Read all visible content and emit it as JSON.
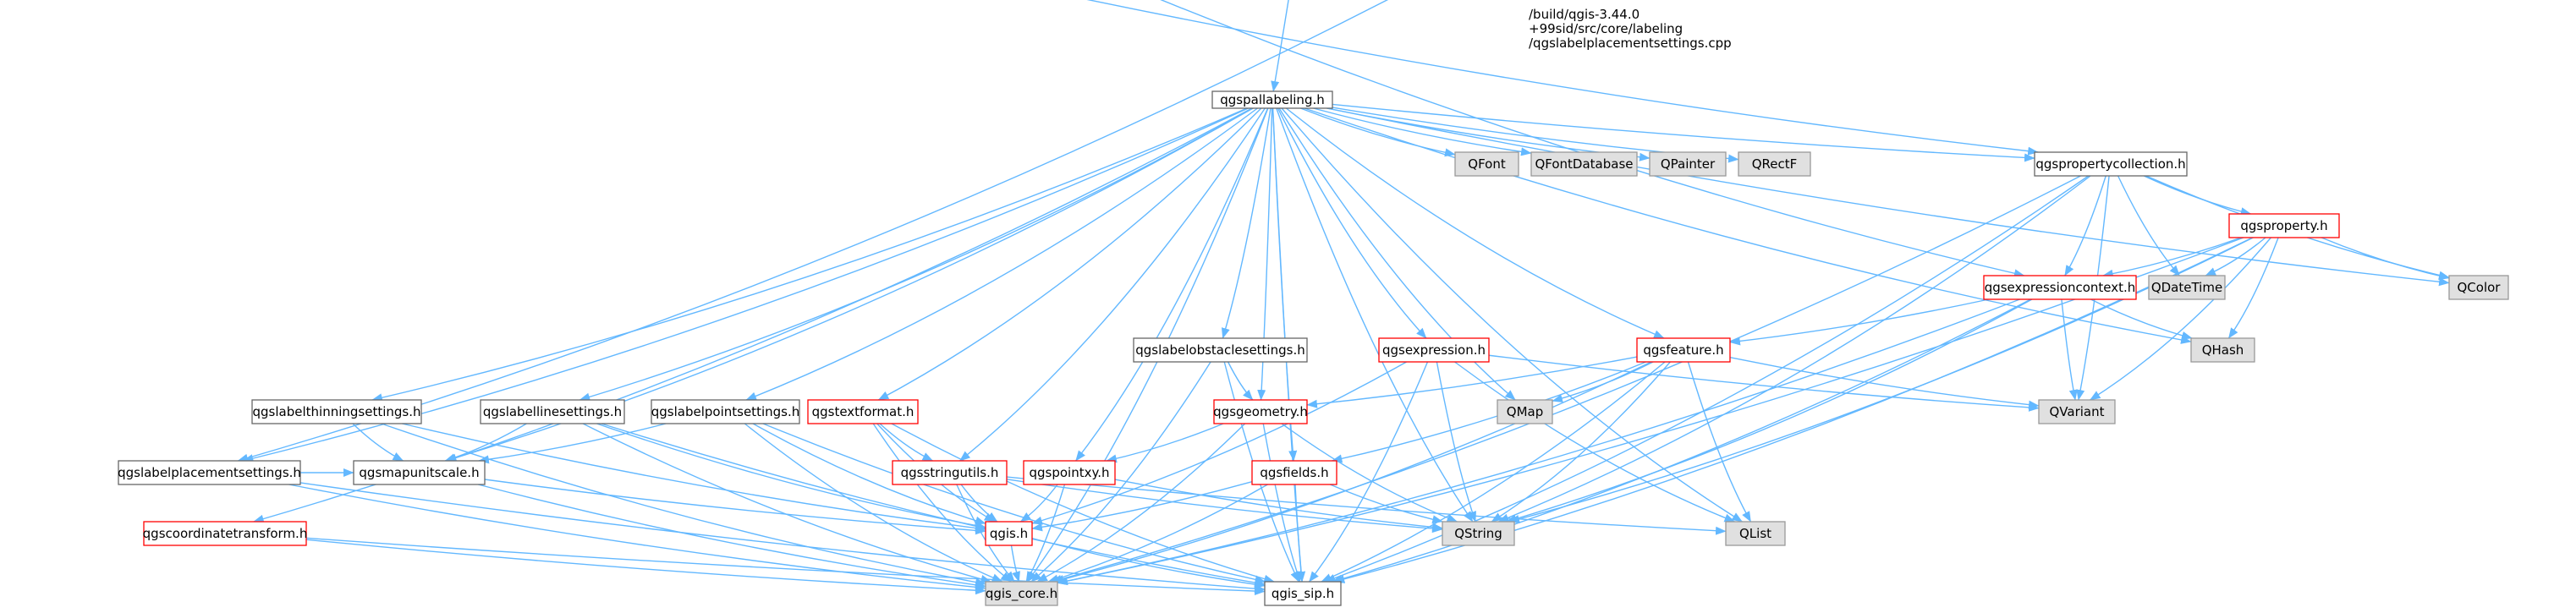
{
  "diagram": {
    "type": "include-dependency-graph",
    "colors": {
      "background": "#ffffff",
      "edge": "#63b8ff",
      "source_fill": "#999999",
      "source_border": "#666666",
      "header_fill": "#ffffff",
      "header_border": "#666666",
      "external_fill": "#e0e0e0",
      "external_border": "#999999",
      "truncated_border": "#ff0000"
    },
    "nodes": [
      {
        "id": "src",
        "lines": [
          "/build/qgis-3.44.0",
          "+99sid/src/core/labeling",
          "/qgslabelplacementsettings.cpp"
        ],
        "kind": "source"
      },
      {
        "id": "pallabeling",
        "lines": [
          "qgspallabeling.h"
        ],
        "kind": "header"
      },
      {
        "id": "qfont",
        "lines": [
          "QFont"
        ],
        "kind": "external"
      },
      {
        "id": "qfontdb",
        "lines": [
          "QFontDatabase"
        ],
        "kind": "external"
      },
      {
        "id": "qpainter",
        "lines": [
          "QPainter"
        ],
        "kind": "external"
      },
      {
        "id": "qrectf",
        "lines": [
          "QRectF"
        ],
        "kind": "external"
      },
      {
        "id": "propcoll",
        "lines": [
          "qgspropertycollection.h"
        ],
        "kind": "header"
      },
      {
        "id": "property",
        "lines": [
          "qgsproperty.h"
        ],
        "kind": "truncated"
      },
      {
        "id": "qdatetime",
        "lines": [
          "QDateTime"
        ],
        "kind": "external"
      },
      {
        "id": "qcolor",
        "lines": [
          "QColor"
        ],
        "kind": "external"
      },
      {
        "id": "exprctx",
        "lines": [
          "qgsexpressioncontext.h"
        ],
        "kind": "truncated"
      },
      {
        "id": "qhash",
        "lines": [
          "QHash"
        ],
        "kind": "external"
      },
      {
        "id": "feature",
        "lines": [
          "qgsfeature.h"
        ],
        "kind": "truncated"
      },
      {
        "id": "expression",
        "lines": [
          "qgsexpression.h"
        ],
        "kind": "truncated"
      },
      {
        "id": "obstacle",
        "lines": [
          "qgslabelobstaclesettings.h"
        ],
        "kind": "header"
      },
      {
        "id": "qvariant",
        "lines": [
          "QVariant"
        ],
        "kind": "external"
      },
      {
        "id": "qmap",
        "lines": [
          "QMap"
        ],
        "kind": "external"
      },
      {
        "id": "geometry",
        "lines": [
          "qgsgeometry.h"
        ],
        "kind": "truncated"
      },
      {
        "id": "thinning",
        "lines": [
          "qgslabelthinningsettings.h"
        ],
        "kind": "header"
      },
      {
        "id": "line",
        "lines": [
          "qgslabellinesettings.h"
        ],
        "kind": "header"
      },
      {
        "id": "point",
        "lines": [
          "qgslabelpointsettings.h"
        ],
        "kind": "header"
      },
      {
        "id": "textformat",
        "lines": [
          "qgstextformat.h"
        ],
        "kind": "truncated"
      },
      {
        "id": "placement",
        "lines": [
          "qgslabelplacementsettings.h"
        ],
        "kind": "header"
      },
      {
        "id": "mapunit",
        "lines": [
          "qgsmapunitscale.h"
        ],
        "kind": "header"
      },
      {
        "id": "stringutils",
        "lines": [
          "qgsstringutils.h"
        ],
        "kind": "truncated"
      },
      {
        "id": "pointxy",
        "lines": [
          "qgspointxy.h"
        ],
        "kind": "truncated"
      },
      {
        "id": "fields",
        "lines": [
          "qgsfields.h"
        ],
        "kind": "truncated"
      },
      {
        "id": "qstring",
        "lines": [
          "QString"
        ],
        "kind": "external"
      },
      {
        "id": "qlist",
        "lines": [
          "QList"
        ],
        "kind": "external"
      },
      {
        "id": "coordtrans",
        "lines": [
          "qgscoordinatetransform.h"
        ],
        "kind": "truncated"
      },
      {
        "id": "qgis",
        "lines": [
          "qgis.h"
        ],
        "kind": "truncated"
      },
      {
        "id": "core",
        "lines": [
          "qgis_core.h"
        ],
        "kind": "external"
      },
      {
        "id": "sip",
        "lines": [
          "qgis_sip.h"
        ],
        "kind": "header"
      }
    ],
    "edges": [
      [
        "src",
        "pallabeling"
      ],
      [
        "src",
        "propcoll"
      ],
      [
        "src",
        "exprctx"
      ],
      [
        "src",
        "placement"
      ],
      [
        "pallabeling",
        "qfont"
      ],
      [
        "pallabeling",
        "qfontdb"
      ],
      [
        "pallabeling",
        "qpainter"
      ],
      [
        "pallabeling",
        "qrectf"
      ],
      [
        "pallabeling",
        "propcoll"
      ],
      [
        "pallabeling",
        "qcolor"
      ],
      [
        "pallabeling",
        "qhash"
      ],
      [
        "pallabeling",
        "feature"
      ],
      [
        "pallabeling",
        "expression"
      ],
      [
        "pallabeling",
        "obstacle"
      ],
      [
        "pallabeling",
        "qmap"
      ],
      [
        "pallabeling",
        "geometry"
      ],
      [
        "pallabeling",
        "thinning"
      ],
      [
        "pallabeling",
        "line"
      ],
      [
        "pallabeling",
        "point"
      ],
      [
        "pallabeling",
        "textformat"
      ],
      [
        "pallabeling",
        "placement"
      ],
      [
        "pallabeling",
        "mapunit"
      ],
      [
        "pallabeling",
        "stringutils"
      ],
      [
        "pallabeling",
        "pointxy"
      ],
      [
        "pallabeling",
        "fields"
      ],
      [
        "pallabeling",
        "qstring"
      ],
      [
        "pallabeling",
        "qlist"
      ],
      [
        "pallabeling",
        "coordtrans"
      ],
      [
        "pallabeling",
        "core"
      ],
      [
        "pallabeling",
        "sip"
      ],
      [
        "propcoll",
        "property"
      ],
      [
        "propcoll",
        "qdatetime"
      ],
      [
        "propcoll",
        "qcolor"
      ],
      [
        "propcoll",
        "exprctx"
      ],
      [
        "propcoll",
        "qvariant"
      ],
      [
        "propcoll",
        "qstring"
      ],
      [
        "propcoll",
        "core"
      ],
      [
        "propcoll",
        "sip"
      ],
      [
        "property",
        "qdatetime"
      ],
      [
        "property",
        "qcolor"
      ],
      [
        "property",
        "exprctx"
      ],
      [
        "property",
        "qhash"
      ],
      [
        "property",
        "qvariant"
      ],
      [
        "property",
        "qstring"
      ],
      [
        "property",
        "core"
      ],
      [
        "property",
        "sip"
      ],
      [
        "exprctx",
        "qhash"
      ],
      [
        "exprctx",
        "feature"
      ],
      [
        "exprctx",
        "qvariant"
      ],
      [
        "exprctx",
        "qstring"
      ],
      [
        "exprctx",
        "core"
      ],
      [
        "exprctx",
        "sip"
      ],
      [
        "feature",
        "qmap"
      ],
      [
        "feature",
        "qvariant"
      ],
      [
        "feature",
        "geometry"
      ],
      [
        "feature",
        "fields"
      ],
      [
        "feature",
        "qstring"
      ],
      [
        "feature",
        "qlist"
      ],
      [
        "feature",
        "core"
      ],
      [
        "feature",
        "sip"
      ],
      [
        "expression",
        "qvariant"
      ],
      [
        "expression",
        "qgis"
      ],
      [
        "expression",
        "qstring"
      ],
      [
        "expression",
        "qlist"
      ],
      [
        "expression",
        "sip"
      ],
      [
        "obstacle",
        "geometry"
      ],
      [
        "obstacle",
        "core"
      ],
      [
        "obstacle",
        "sip"
      ],
      [
        "geometry",
        "pointxy"
      ],
      [
        "geometry",
        "qstring"
      ],
      [
        "geometry",
        "core"
      ],
      [
        "geometry",
        "sip"
      ],
      [
        "thinning",
        "mapunit"
      ],
      [
        "thinning",
        "qgis"
      ],
      [
        "thinning",
        "core"
      ],
      [
        "line",
        "mapunit"
      ],
      [
        "line",
        "qgis"
      ],
      [
        "line",
        "core"
      ],
      [
        "line",
        "sip"
      ],
      [
        "point",
        "mapunit"
      ],
      [
        "point",
        "qgis"
      ],
      [
        "point",
        "core"
      ],
      [
        "point",
        "sip"
      ],
      [
        "textformat",
        "stringutils"
      ],
      [
        "textformat",
        "qgis"
      ],
      [
        "textformat",
        "core"
      ],
      [
        "textformat",
        "sip"
      ],
      [
        "placement",
        "mapunit"
      ],
      [
        "placement",
        "sip"
      ],
      [
        "placement",
        "core"
      ],
      [
        "mapunit",
        "qgis"
      ],
      [
        "mapunit",
        "core"
      ],
      [
        "stringutils",
        "qgis"
      ],
      [
        "stringutils",
        "qstring"
      ],
      [
        "stringutils",
        "core"
      ],
      [
        "stringutils",
        "qlist"
      ],
      [
        "pointxy",
        "qgis"
      ],
      [
        "pointxy",
        "qstring"
      ],
      [
        "pointxy",
        "core"
      ],
      [
        "fields",
        "qgis"
      ],
      [
        "fields",
        "core"
      ],
      [
        "fields",
        "sip"
      ],
      [
        "fields",
        "qstring"
      ],
      [
        "coordtrans",
        "core"
      ],
      [
        "coordtrans",
        "sip"
      ],
      [
        "qgis",
        "core"
      ],
      [
        "qgis",
        "sip"
      ]
    ]
  }
}
